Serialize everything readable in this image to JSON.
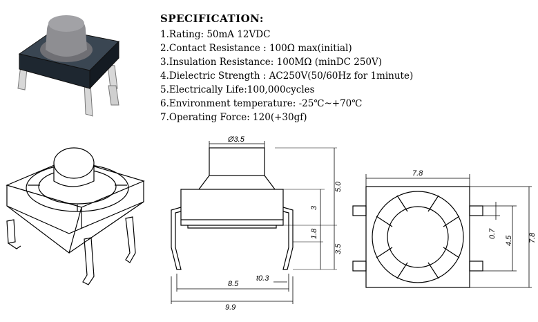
{
  "spec": {
    "title": "SPECIFICATION:",
    "items": [
      "1.Rating: 50mA 12VDC",
      "2.Contact Resistance : 100Ω max(initial)",
      "3.Insulation Resistance: 100MΩ (minDC 250V)",
      "4.Dielectric Strength : AC250V(50/60Hz for 1minute)",
      "5.Electrically Life:100,000cycles",
      "6.Environment temperature: -25℃~+70℃",
      "7.Operating Force: 120(+30gf)"
    ]
  },
  "dimensions": {
    "side_view": {
      "actuator_diameter": "Ø3.5",
      "actuator_height": "5.0",
      "body_height": "3",
      "base_height": "1.8",
      "lead_height": "3.5",
      "lead_thickness": "t0.3",
      "lead_inner_span": "8.5",
      "lead_outer_span": "9.9"
    },
    "top_view": {
      "width": "7.8",
      "height": "7.8",
      "pin_width": "0.7",
      "pin_pitch": "4.5"
    }
  },
  "colors": {
    "body": "#1e2730",
    "actuator": "#8e8e92",
    "pin": "#d8d8d8",
    "line": "#000000"
  }
}
